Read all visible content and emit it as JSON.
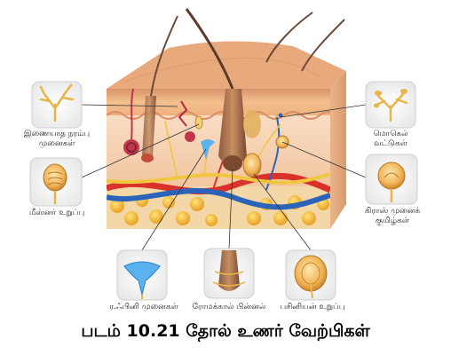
{
  "labels": {
    "free_nerve_endings": [
      "இணையாத நரம்பு",
      "முனைகள்"
    ],
    "meissner": "மீஸ்னர் உறுப்பு",
    "ruffini": "ர.ஃபினி முனைகள்",
    "hair_plexus": "ரோமக்கால் பின்னல்",
    "pacinian": "பசினியன் உறுப்பு",
    "merkel": [
      "மொகெல்",
      "வட்டுகள்"
    ],
    "krause": [
      "கிராஸ் முனைக்",
      "குமிழ்கள்"
    ]
  },
  "caption": "படம் 10.21 தோல் உணர் வேற்பிகள்",
  "colors": {
    "epidermis": "#f3c08e",
    "dermis": "#f6cfb0",
    "fat": "#f5b630",
    "artery": "#d8322b",
    "vein": "#2b63b8",
    "nerve": "#f0c640",
    "hair": "#5a3a2a",
    "leader": "#333333"
  }
}
